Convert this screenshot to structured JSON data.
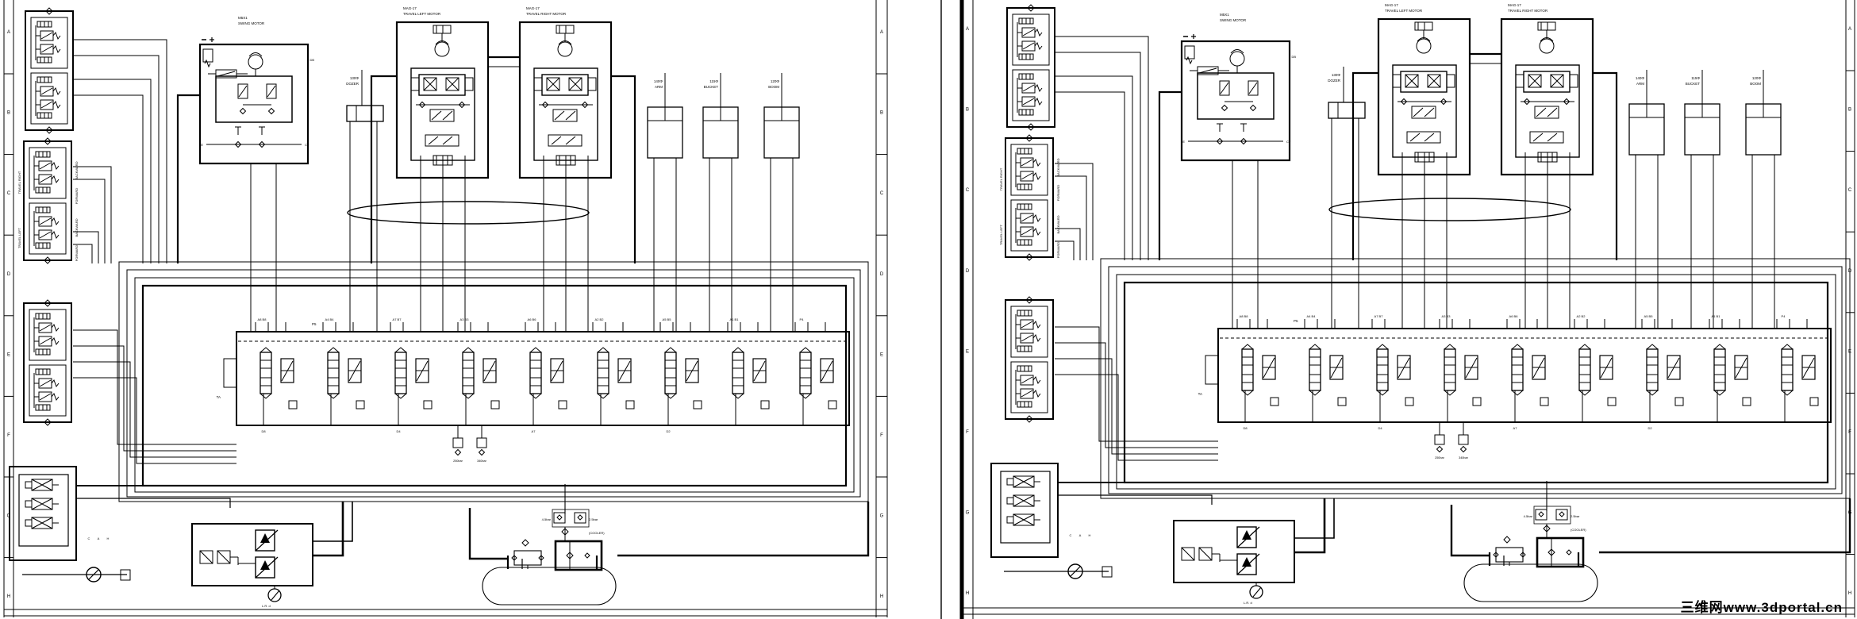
{
  "document": {
    "type": "hydraulic-circuit-schematic",
    "sheets": 2,
    "background": "#ffffff",
    "ink": "#000000"
  },
  "watermark": {
    "text": "三维网www.3dportal.cn",
    "color": "#e05a5a"
  },
  "zone_letters": [
    "A",
    "B",
    "C",
    "D",
    "E",
    "F",
    "G",
    "H"
  ],
  "labels": {
    "swing_motor": [
      "M5X1",
      "SWING MOTOR"
    ],
    "travel_left_motor": [
      "MAG-17",
      "TRAVEL LEFT MOTOR"
    ],
    "travel_right_motor": [
      "MAG-17",
      "TRAVEL RIGHT MOTOR"
    ],
    "dozer_cylinder": [
      "130Φ",
      "DOZER"
    ],
    "arm_cylinder": [
      "140Φ",
      "ARM"
    ],
    "bucket_cylinder": [
      "115Φ",
      "BUCKET"
    ],
    "boom_cylinder": [
      "120Φ",
      "BOOM"
    ],
    "travel_right_section": "TRAVEL RIGHT",
    "travel_left_section": "TRAVEL LEFT",
    "forward": "FORWARD",
    "backward": "BACKWARD",
    "bypass_left": "4.5bar",
    "bypass_right": "2.5bar",
    "cooler": "(COOLER)",
    "relief_low": "250bar",
    "relief_high": "340bar",
    "tank_port": "TA",
    "pilot_port": "P5",
    "swing_port_e": "E",
    "swing_port_cf": "CF",
    "swing_port_db": "DB",
    "sol_port_c": "C",
    "sol_port_a": "A",
    "sol_port_h": "H",
    "pump_note": "L.R. d",
    "mcv_top_ports": [
      "A8 B8",
      "A4 B4",
      "A7 B7",
      "A3 B3",
      "A6 B6",
      "A2 B2",
      "A5 B5",
      "A1 B1",
      "P4"
    ],
    "mcv_bottom_ports": [
      "D8",
      "",
      "D4",
      "",
      "A7",
      "",
      "D2",
      "",
      ""
    ]
  }
}
